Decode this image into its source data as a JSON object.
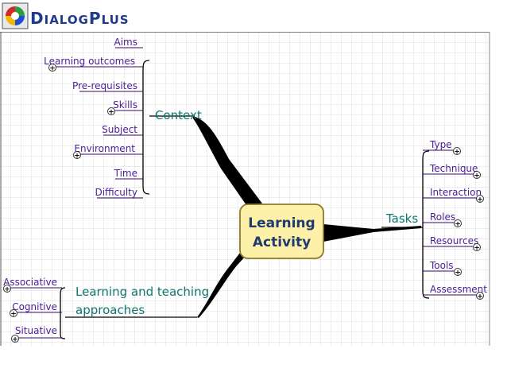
{
  "logo": {
    "first_letter": "D",
    "first_rest": "IALOG",
    "second_letter": "P",
    "second_rest": "LUS"
  },
  "center": {
    "line1": "Learning",
    "line2": "Activity"
  },
  "context": {
    "label": "Context",
    "items": [
      "Aims",
      "Learning outcomes",
      "Pre-requisites",
      "Skills",
      "Subject",
      "Environment",
      "Time",
      "Difficulty"
    ]
  },
  "tasks": {
    "label": "Tasks",
    "items": [
      "Type",
      "Technique",
      "Interaction",
      "Roles",
      "Resources",
      "Tools",
      "Assessment"
    ]
  },
  "approaches": {
    "label_line1": "Learning and teaching",
    "label_line2": "approaches",
    "items": [
      "Associative",
      "Cognitive",
      "Situative"
    ]
  },
  "colors": {
    "center_fill": "#fdf0a8",
    "center_border": "#8a7a2a",
    "branch_text": "#0f766e",
    "leaf_text": "#4c1d95",
    "grid": "#d9d9d9"
  }
}
